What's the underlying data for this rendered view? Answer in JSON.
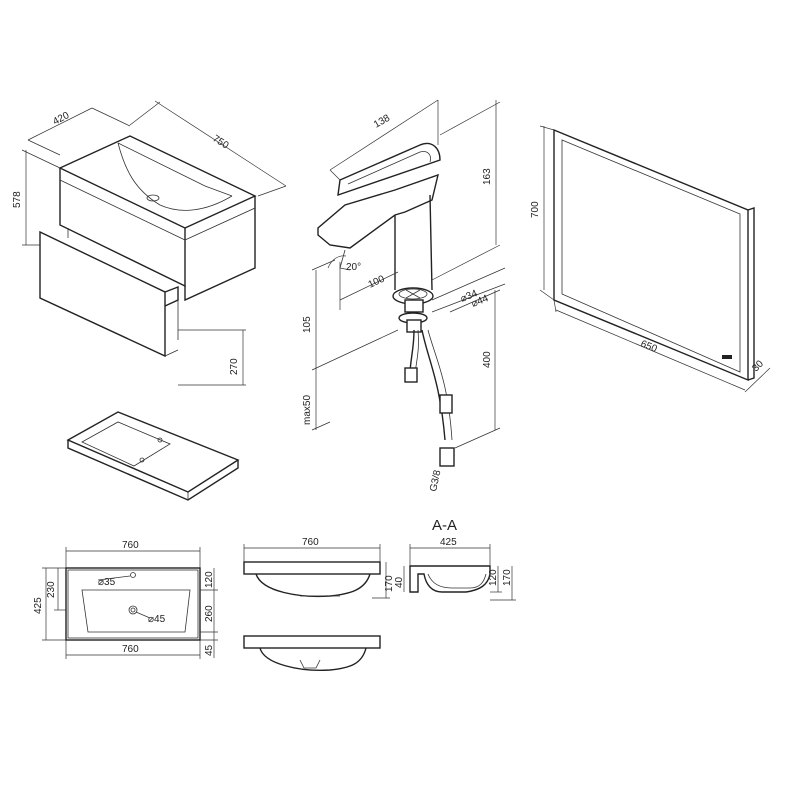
{
  "vanity": {
    "depth": "420",
    "width": "750",
    "height": "578",
    "drawer": "270"
  },
  "faucet": {
    "length": "138",
    "height": "163",
    "angle": "20°",
    "reach": "100",
    "diam1": "⌀34",
    "diam2": "⌀44",
    "deck": "105",
    "max_thickness": "max50",
    "hose_length": "400",
    "thread": "G3/8"
  },
  "mirror": {
    "height": "700",
    "width": "650",
    "depth": "30"
  },
  "basin_top": {
    "width_top": "760",
    "width_bottom": "760",
    "depth": "425",
    "back_depth": "230",
    "tap_hole": "⌀35",
    "drain": "⌀45",
    "rim": "120",
    "bowl": "260",
    "front": "45"
  },
  "basin_side": {
    "width": "760",
    "height": "170"
  },
  "section": {
    "title": "A-A",
    "width": "425",
    "rim": "40",
    "inner": "120",
    "height": "170"
  }
}
